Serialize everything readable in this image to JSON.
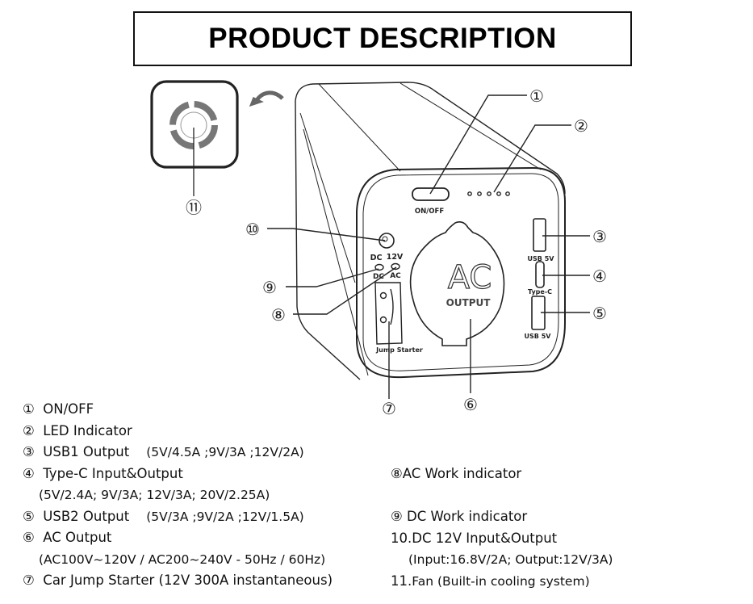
{
  "title": "PRODUCT DESCRIPTION",
  "diagram": {
    "callouts": [
      {
        "id": 1,
        "marker": "①"
      },
      {
        "id": 2,
        "marker": "②"
      },
      {
        "id": 3,
        "marker": "③"
      },
      {
        "id": 4,
        "marker": "④"
      },
      {
        "id": 5,
        "marker": "⑤"
      },
      {
        "id": 6,
        "marker": "⑥"
      },
      {
        "id": 7,
        "marker": "⑦"
      },
      {
        "id": 8,
        "marker": "⑧"
      },
      {
        "id": 9,
        "marker": "⑨"
      },
      {
        "id": 10,
        "marker": "⑩"
      },
      {
        "id": 11,
        "marker": "⑪"
      }
    ],
    "device_labels": {
      "on_off": "ON/OFF",
      "dc": "DC",
      "v12": "12V",
      "dc_led": "DC",
      "ac_led": "AC",
      "jump_starter": "Jump Starter",
      "ac_big": "AC",
      "output": "OUTPUT",
      "usb1": "USB 5V",
      "typec": "Type-C",
      "usb2": "USB 5V"
    },
    "led_count": 5
  },
  "legend_left": [
    {
      "marker": "①",
      "label": "ON/OFF",
      "spec": ""
    },
    {
      "marker": "②",
      "label": "LED Indicator",
      "spec": ""
    },
    {
      "marker": "③",
      "label": "USB1 Output",
      "spec": "(5V/4.5A ;9V/3A ;12V/2A)"
    },
    {
      "marker": "④",
      "label": "Type-C Input&Output",
      "spec": ""
    },
    {
      "marker": "",
      "label": "(5V/2.4A; 9V/3A; 12V/3A; 20V/2.25A)",
      "spec": ""
    },
    {
      "marker": "⑤",
      "label": "USB2 Output",
      "spec": "(5V/3A ;9V/2A ;12V/1.5A)"
    },
    {
      "marker": "⑥",
      "label": "AC Output",
      "spec": ""
    },
    {
      "marker": "",
      "label": "(AC100V~120V / AC200~240V - 50Hz / 60Hz)",
      "spec": ""
    },
    {
      "marker": "⑦",
      "label": "Car Jump Starter (12V 300A instantaneous)",
      "spec": ""
    }
  ],
  "legend_right": [
    {
      "marker": "⑧",
      "label": "AC Work indicator"
    },
    {
      "marker": "⑨",
      "label": " DC Work indicator"
    },
    {
      "marker": "10.",
      "label": "DC 12V Input&Output"
    },
    {
      "marker": "",
      "label": "(Input:16.8V/2A; Output:12V/3A)"
    },
    {
      "marker": "11.",
      "label": "Fan (Built-in cooling system)"
    }
  ]
}
